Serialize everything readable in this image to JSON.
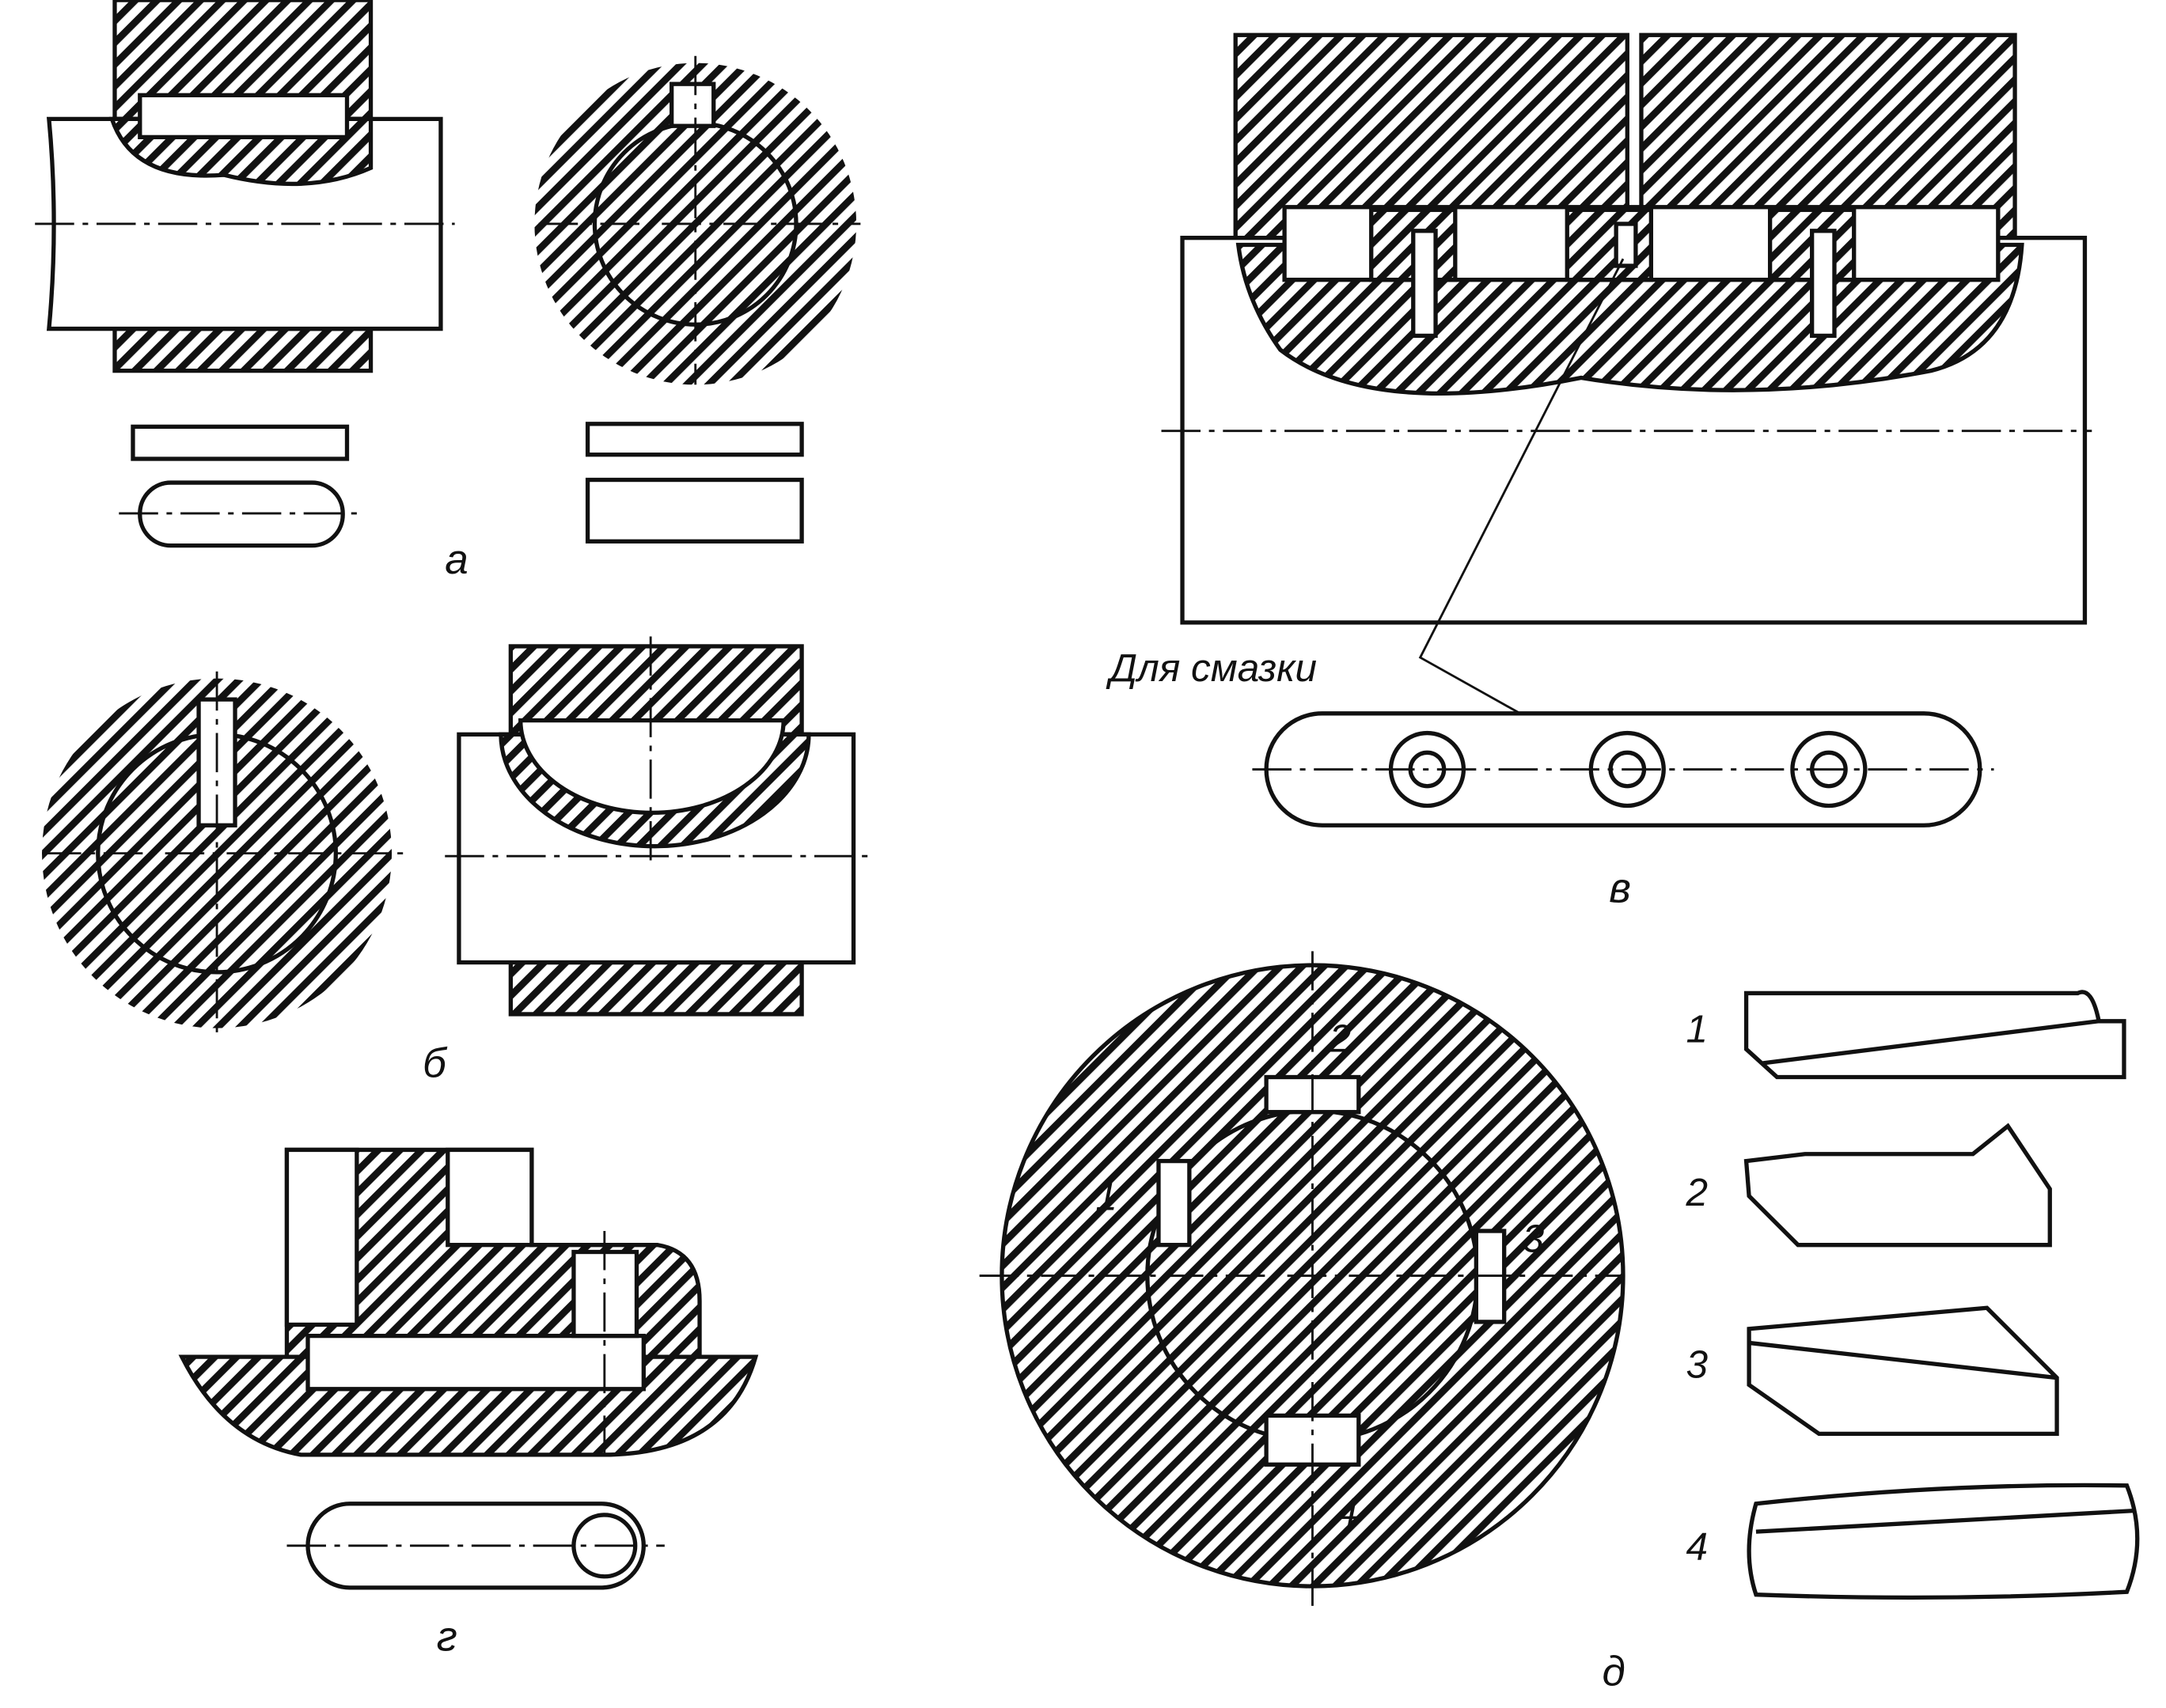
{
  "figure_labels": {
    "a": "а",
    "b": "б",
    "v": "в",
    "g": "г",
    "d": "д"
  },
  "annotation": "Для смазки",
  "circle_key_numbers": [
    "1",
    "2",
    "3",
    "4"
  ],
  "key_type_numbers": [
    "1",
    "2",
    "3",
    "4"
  ]
}
